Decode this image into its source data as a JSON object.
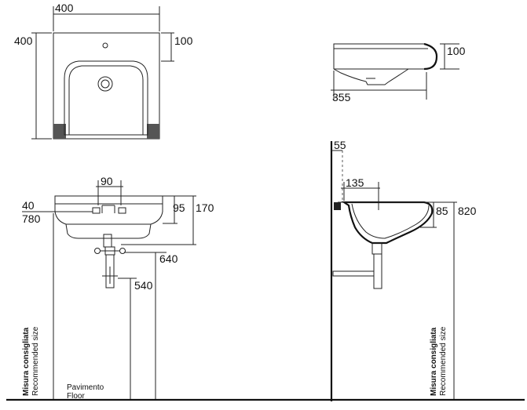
{
  "dimensions": {
    "top_view_width": "400",
    "top_view_depth": "400",
    "top_view_tap_offset": "100",
    "side_top_height": "100",
    "side_top_depth": "355",
    "front_tap_spacing": "90",
    "front_bracket": "40",
    "front_height": "780",
    "front_basin_95": "95",
    "front_basin_170": "170",
    "front_waste": "640",
    "front_trap": "540",
    "side_wall_55": "55",
    "side_projection": "135",
    "side_basin_85": "85",
    "side_height": "820"
  },
  "labels": {
    "floor_it": "Pavimento",
    "floor_en": "Floor",
    "recommended_it": "Misura consigliata",
    "recommended_en": "Recommended size"
  }
}
